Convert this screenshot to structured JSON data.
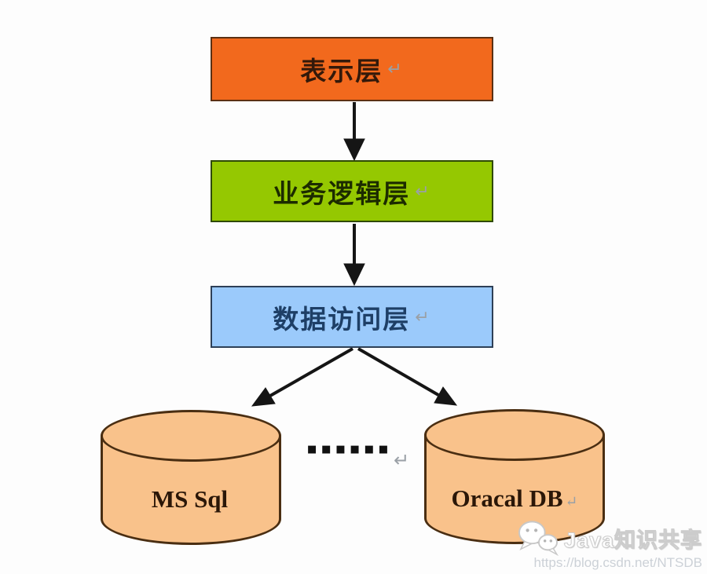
{
  "colors": {
    "background": "#fdfdfd",
    "presentation_fill": "#F2691D",
    "presentation_border": "#5b3013",
    "presentation_text": "#33190a",
    "business_fill": "#95C801",
    "business_border": "#2f4a00",
    "business_text": "#1c2b00",
    "data_fill": "#9BCAFB",
    "data_border": "#2e4057",
    "data_text": "#1e3f66",
    "cylinder_fill": "#F9C28B",
    "cylinder_border": "#4a2e12",
    "cylinder_text": "#2b1708",
    "arrow": "#151515",
    "return_mark": "#9aa0a6",
    "dots": "#111111",
    "watermark_text": "#ffffff",
    "watermark_outline": "#cccccc",
    "watermark_url": "#ccd1d7"
  },
  "diagram": {
    "layers": [
      {
        "id": "presentation",
        "label": "表示层",
        "return_mark": "↵"
      },
      {
        "id": "business",
        "label": "业务逻辑层",
        "return_mark": "↵"
      },
      {
        "id": "data-access",
        "label": "数据访问层",
        "return_mark": "↵"
      }
    ],
    "ellipsis": {
      "label": "▪▪▪▪▪▪",
      "return_mark": "↵"
    },
    "databases": [
      {
        "id": "mssql",
        "label": "MS Sql",
        "return_mark": ""
      },
      {
        "id": "oracle",
        "label": "Oracal DB",
        "return_mark": "↵"
      }
    ]
  },
  "watermark": {
    "icon": "wechat-chat-bubbles-icon",
    "title": "Java知识共享",
    "url": "https://blog.csdn.net/NTSDB"
  }
}
